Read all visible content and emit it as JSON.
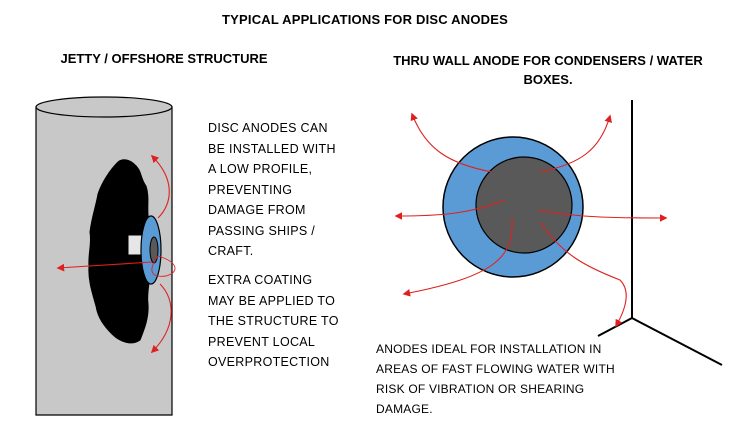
{
  "title": "TYPICAL APPLICATIONS FOR DISC ANODES",
  "left_panel": {
    "heading": "JETTY / OFFSHORE STRUCTURE",
    "note_profile": [
      "DISC ANODES CAN",
      "BE INSTALLED WITH",
      "A LOW PROFILE,",
      "PREVENTING",
      "DAMAGE FROM",
      "PASSING SHIPS /",
      "CRAFT."
    ],
    "note_coating": [
      "EXTRA COATING",
      "MAY BE APPLIED TO",
      "THE STRUCTURE TO",
      "PREVENT LOCAL",
      "OVERPROTECTION"
    ]
  },
  "right_panel": {
    "heading": [
      "THRU WALL ANODE FOR CONDENSERS / WATER",
      "BOXES."
    ],
    "note": [
      "ANODES IDEAL FOR INSTALLATION IN",
      "AREAS OF FAST FLOWING WATER WITH",
      "RISK OF VIBRATION OR SHEARING",
      "DAMAGE."
    ]
  },
  "colors": {
    "pile": "#c8c8c8",
    "coating": "#000000",
    "anode_ring": "#5b9bd5",
    "anode_core": "#595959",
    "current_arrow": "#e02020",
    "outline": "#000000"
  }
}
